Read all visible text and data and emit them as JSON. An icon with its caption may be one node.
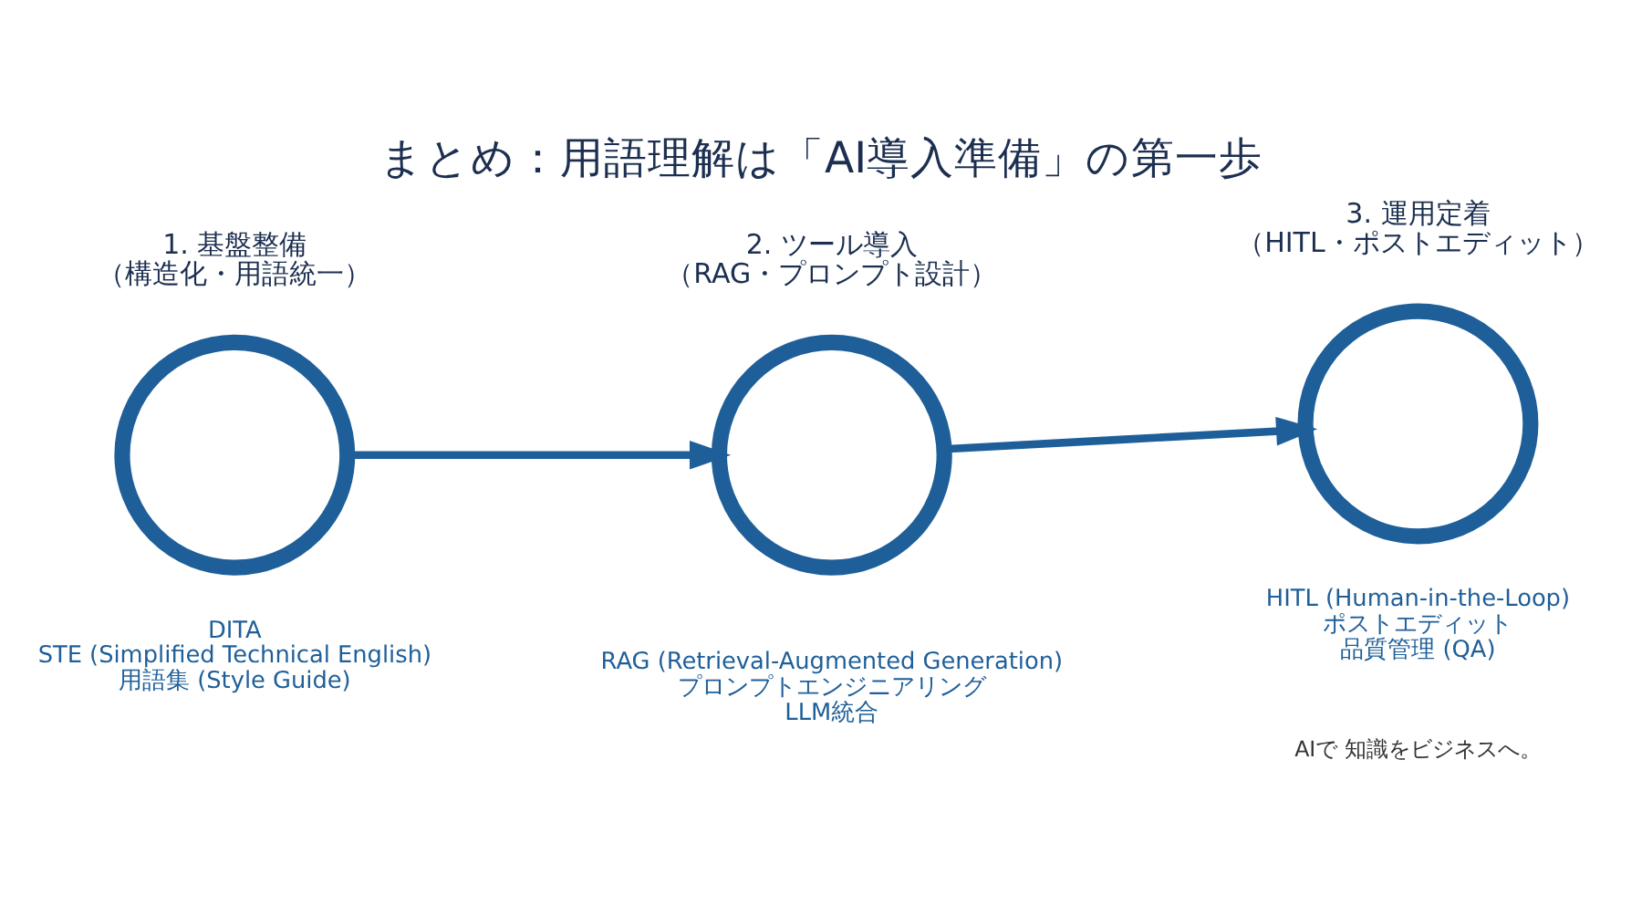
{
  "diagram": {
    "title": "まとめ：用語理解は「AI導入準備」の第一歩",
    "nodes": [
      {
        "text": [],
        "shape": "circle",
        "beside": [
          "1. 基盤整備",
          "（構造化・用語統一）",
          "DITA",
          "STE (Simplified Technical English)",
          "用語集 (Style Guide)"
        ]
      },
      {
        "text": [],
        "shape": "circle",
        "beside": [
          "2. ツール導入",
          "（RAG・プロンプト設計）",
          "RAG (Retrieval-Augmented Generation)",
          "プロンプトエンジニアリング",
          "LLM統合"
        ]
      },
      {
        "text": [],
        "shape": "circle",
        "beside": [
          "3. 運用定着",
          "（HITL・ポストエディット）",
          "HITL (Human-in-the-Loop)",
          "ポストエディット",
          "品質管理 (QA)"
        ]
      }
    ],
    "edges": [
      {
        "from": 0,
        "to": 1,
        "arrow": "to"
      },
      {
        "from": 1,
        "to": 2,
        "arrow": "to"
      }
    ],
    "labels": [
      "AIで 知識をビジネスへ。"
    ]
  }
}
